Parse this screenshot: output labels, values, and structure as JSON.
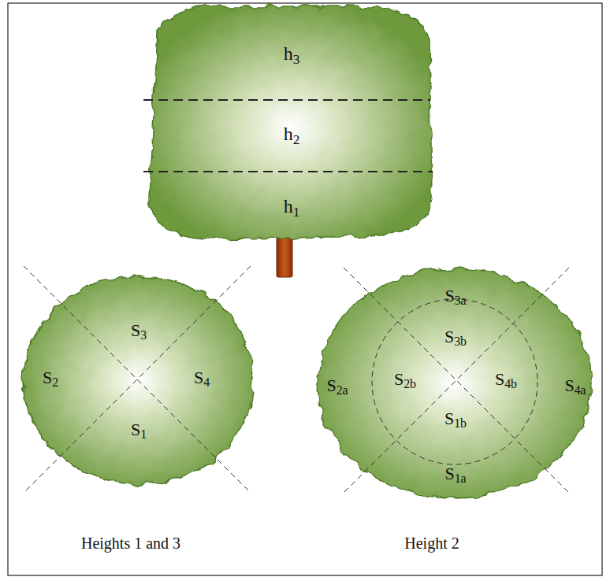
{
  "diagram": {
    "labels": [
      "h3",
      "h2",
      "h1",
      "S3",
      "S2",
      "S4",
      "S1",
      "Heights 1 and 3",
      "S3a",
      "S3b",
      "S2a",
      "S2b",
      "S4b",
      "S4a",
      "S1b",
      "S1a",
      "Height 2"
    ]
  }
}
